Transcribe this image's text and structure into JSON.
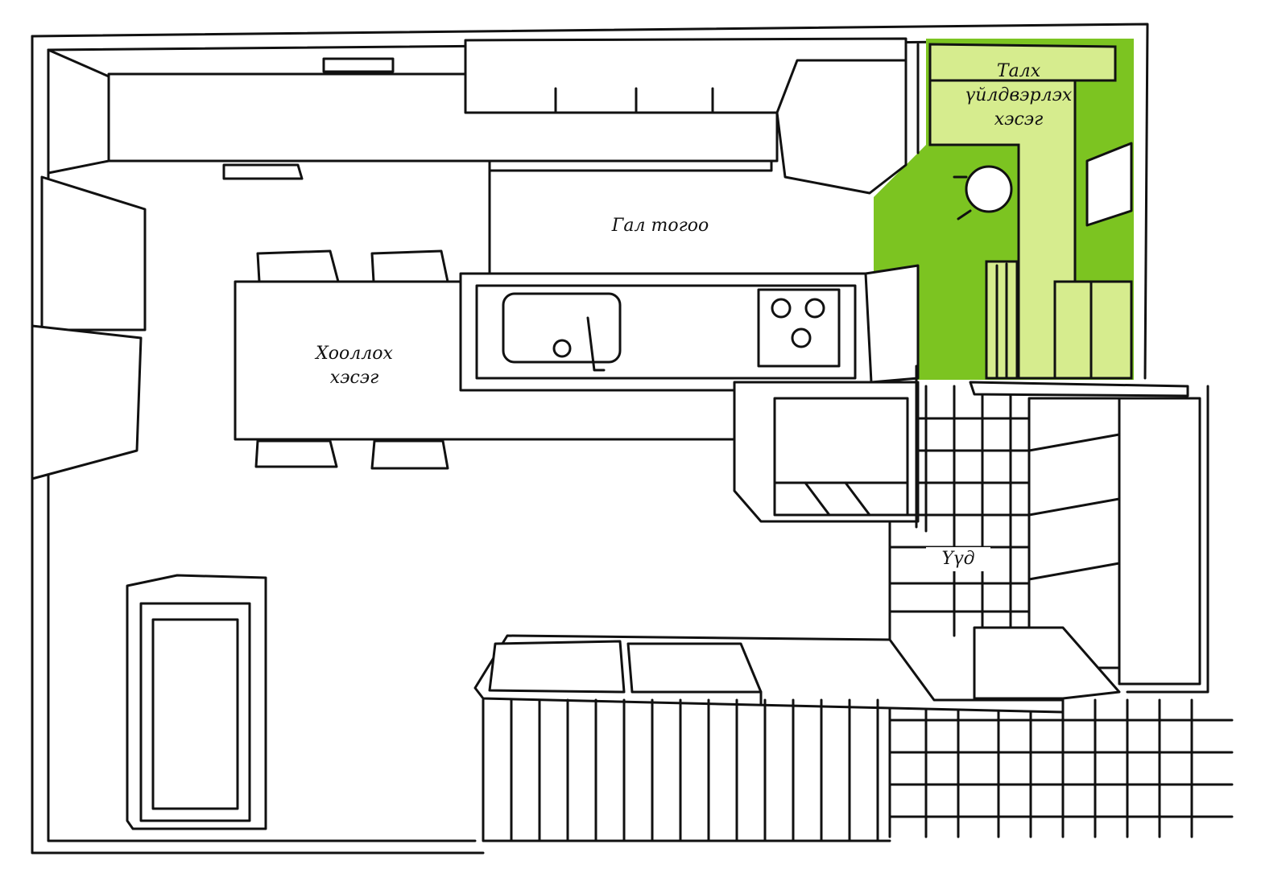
{
  "title": "Kitchen floor plan",
  "labels": {
    "bakery": [
      "Талх",
      "үйлдвэрлэх",
      "хэсэг"
    ],
    "kitchen": "Гал тогоо",
    "dining": [
      "Хооллох",
      "хэсэг"
    ],
    "entrance": "Үүд"
  },
  "colors": {
    "bakery_dark": "#7cc421",
    "bakery_light": "#d6ec8e",
    "line": "#111111"
  }
}
